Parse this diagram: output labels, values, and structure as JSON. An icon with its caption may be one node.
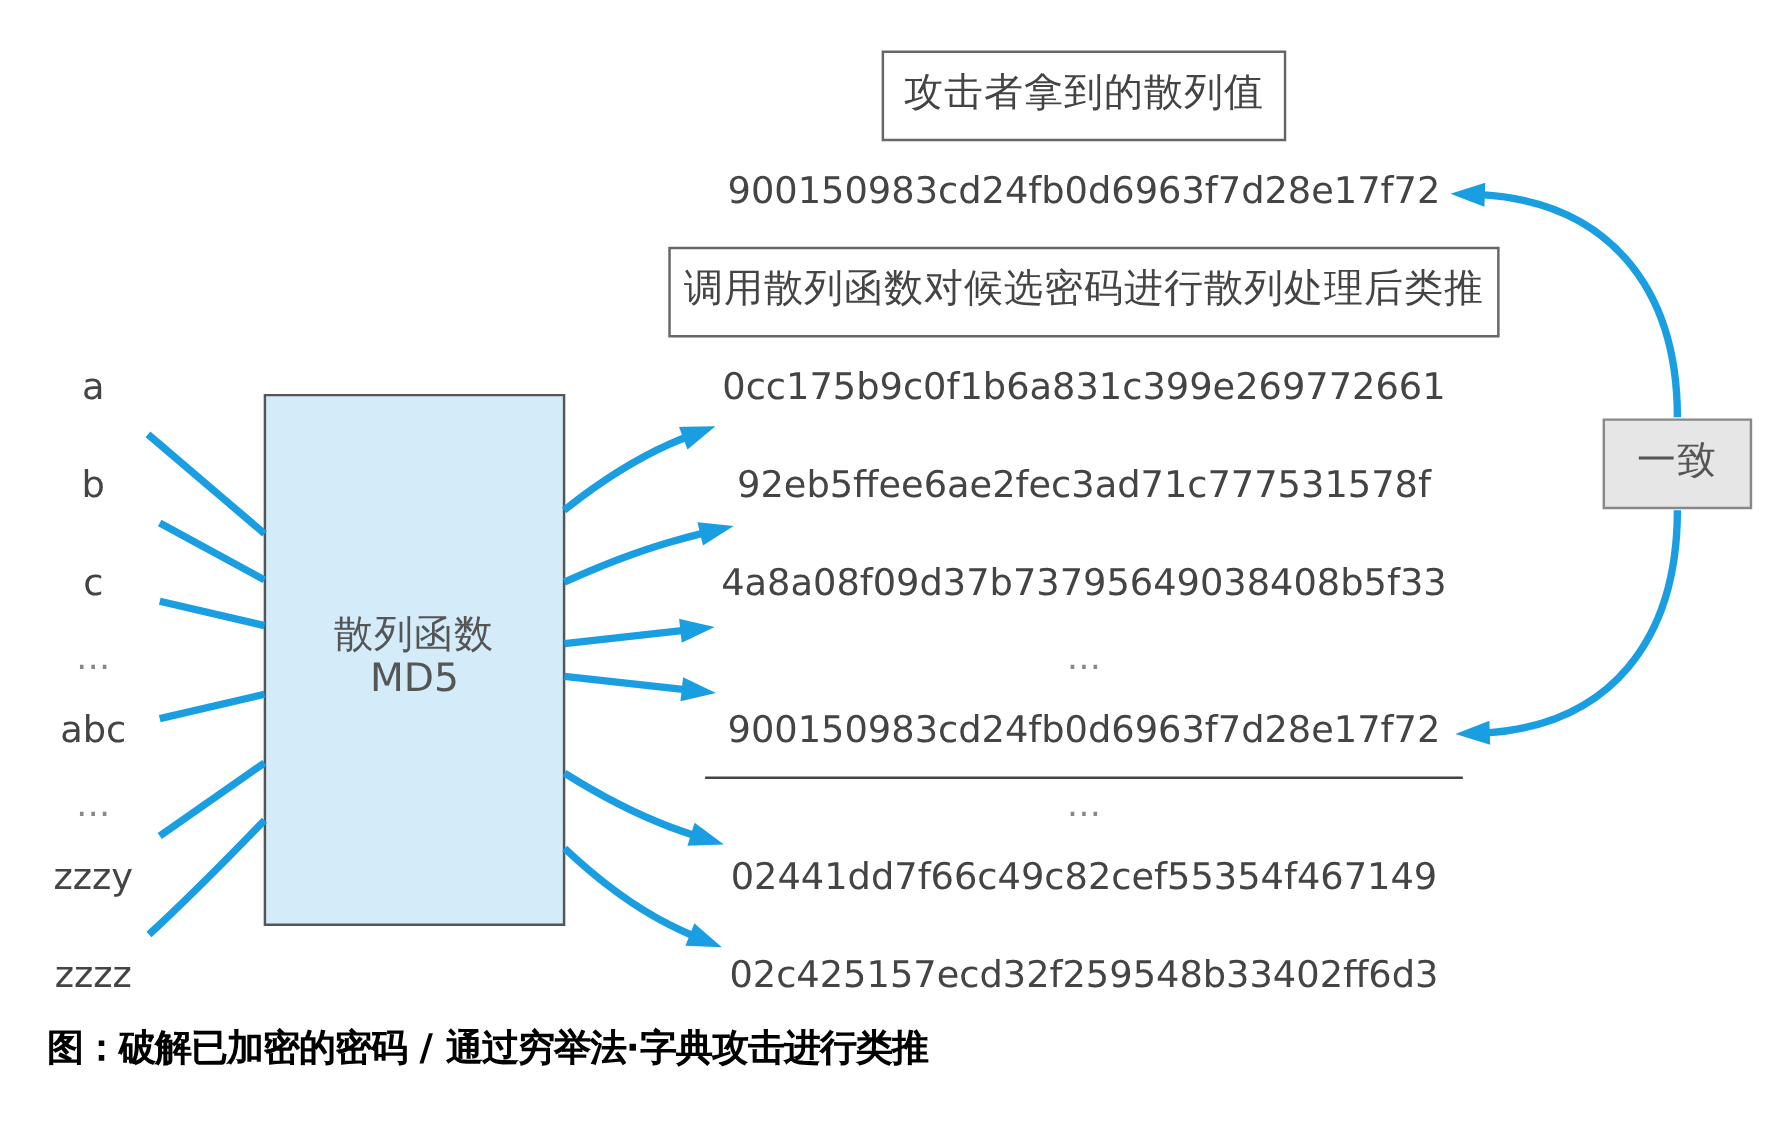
{
  "diagram": {
    "caption": "图：破解已加密的密码 / 通过穷举法·字典攻击进行类推",
    "nodes": [
      {
        "text": [
          "攻击者拿到的散列值"
        ]
      },
      {
        "text": [
          "900150983cd24fb0d6963f7d28e17f72"
        ]
      },
      {
        "text": [
          "调用散列函数对候选密码进行散列处理后类推"
        ]
      },
      {
        "text": [
          "a"
        ]
      },
      {
        "text": [
          "b"
        ]
      },
      {
        "text": [
          "c"
        ]
      },
      {
        "text": [
          "abc"
        ]
      },
      {
        "text": [
          "zzzy"
        ]
      },
      {
        "text": [
          "zzzz"
        ]
      },
      {
        "text": [
          "散列函数",
          "MD5"
        ]
      },
      {
        "text": [
          "0cc175b9c0f1b6a831c399e269772661"
        ]
      },
      {
        "text": [
          "92eb5ffee6ae2fec3ad71c777531578f"
        ]
      },
      {
        "text": [
          "4a8a08f09d37b73795649038408b5f33"
        ]
      },
      {
        "text": [
          "900150983cd24fb0d6963f7d28e17f72"
        ]
      },
      {
        "text": [
          "02441dd7f66c49c82cef55354f467149"
        ]
      },
      {
        "text": [
          "02c425157ecd32f259548b33402ff6d3"
        ]
      },
      {
        "text": [
          "一致"
        ]
      }
    ],
    "edges": [
      {
        "from": 3,
        "to": 9,
        "arrow": "none"
      },
      {
        "from": 4,
        "to": 9,
        "arrow": "none"
      },
      {
        "from": 5,
        "to": 9,
        "arrow": "none"
      },
      {
        "from": 6,
        "to": 9,
        "arrow": "none"
      },
      {
        "from": 7,
        "to": 9,
        "arrow": "none"
      },
      {
        "from": 8,
        "to": 9,
        "arrow": "none"
      },
      {
        "from": 9,
        "to": 10,
        "arrow": "to"
      },
      {
        "from": 9,
        "to": 11,
        "arrow": "to"
      },
      {
        "from": 9,
        "to": 12,
        "arrow": "to"
      },
      {
        "from": 9,
        "to": 13,
        "arrow": "to"
      },
      {
        "from": 9,
        "to": 14,
        "arrow": "to"
      },
      {
        "from": 9,
        "to": 15,
        "arrow": "to"
      },
      {
        "from": 16,
        "to": 1,
        "arrow": "to"
      },
      {
        "from": 16,
        "to": 13,
        "arrow": "to"
      }
    ],
    "labels": [
      "…",
      "…",
      "…",
      "…"
    ]
  }
}
